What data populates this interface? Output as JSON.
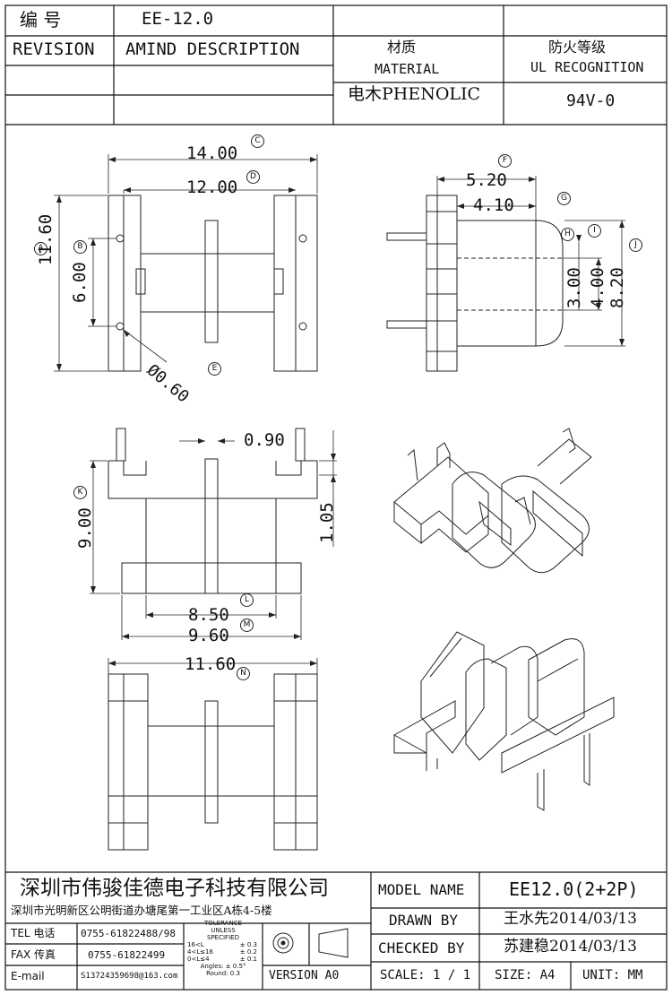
{
  "header": {
    "code_label": "编    号",
    "code_value": "EE-12.0",
    "revision_label": "REVISION",
    "amind_label": "AMIND DESCRIPTION",
    "material_cn": "材质",
    "material_en": "MATERIAL",
    "material_value": "电木PHENOLIC",
    "ul_cn": "防火等级",
    "ul_en": "UL RECOGNITION",
    "ul_value": "94V-0"
  },
  "drawing": {
    "front": {
      "width_total": "14.00",
      "width_inner": "12.00",
      "height_total": "11.60",
      "pin_span": "6.00",
      "pin_dia": "Ø0.60",
      "tag_c": "C",
      "tag_d": "D",
      "tag_a": "A",
      "tag_b": "B",
      "tag_e": "E"
    },
    "side": {
      "d1": "5.20",
      "d2": "4.10",
      "h1": "3.00",
      "h2": "4.00",
      "h3": "8.20",
      "tag_f": "F",
      "tag_g": "G",
      "tag_h": "H",
      "tag_i": "I",
      "tag_j": "J"
    },
    "bottom": {
      "slot": "0.90",
      "height": "9.00",
      "step": "1.05",
      "w1": "8.50",
      "w2": "9.60",
      "tag_k": "K",
      "tag_l": "L",
      "tag_m": "M"
    },
    "top": {
      "width": "11.60",
      "tag_n": "N"
    }
  },
  "title_block": {
    "company": "深圳市伟骏佳德电子科技有限公司",
    "address": "深圳市光明新区公明街道办塘尾第一工业区A栋4-5楼",
    "tel_label": "TEL 电话",
    "tel_value": "0755-61822488/98",
    "fax_label": "FAX 传真",
    "fax_value": "0755-61822499",
    "email_label": "E-mail",
    "email_value": "S13724359698@163.com",
    "tolerance": {
      "title1": "TOLERANCE",
      "title2": "UNLESS",
      "title3": "SPECIFIED",
      "rows": [
        {
          "range": "16<L",
          "tol": "± 0.3"
        },
        {
          "range": "4<L≤16",
          "tol": "± 0.2"
        },
        {
          "range": "0<L≤4",
          "tol": "± 0.1"
        }
      ],
      "angles": "Angles: ± 0.5°",
      "round": "Round: 0.3"
    },
    "version": "VERSION A0",
    "model_label": "MODEL NAME",
    "model_value": "EE12.0(2+2P)",
    "drawn_label": "DRAWN BY",
    "drawn_value": "王水先2014/03/13",
    "checked_label": "CHECKED BY",
    "checked_value": "苏建稳2014/03/13",
    "scale": "SCALE: 1 / 1",
    "size": "SIZE: A4",
    "unit": "UNIT: MM"
  }
}
